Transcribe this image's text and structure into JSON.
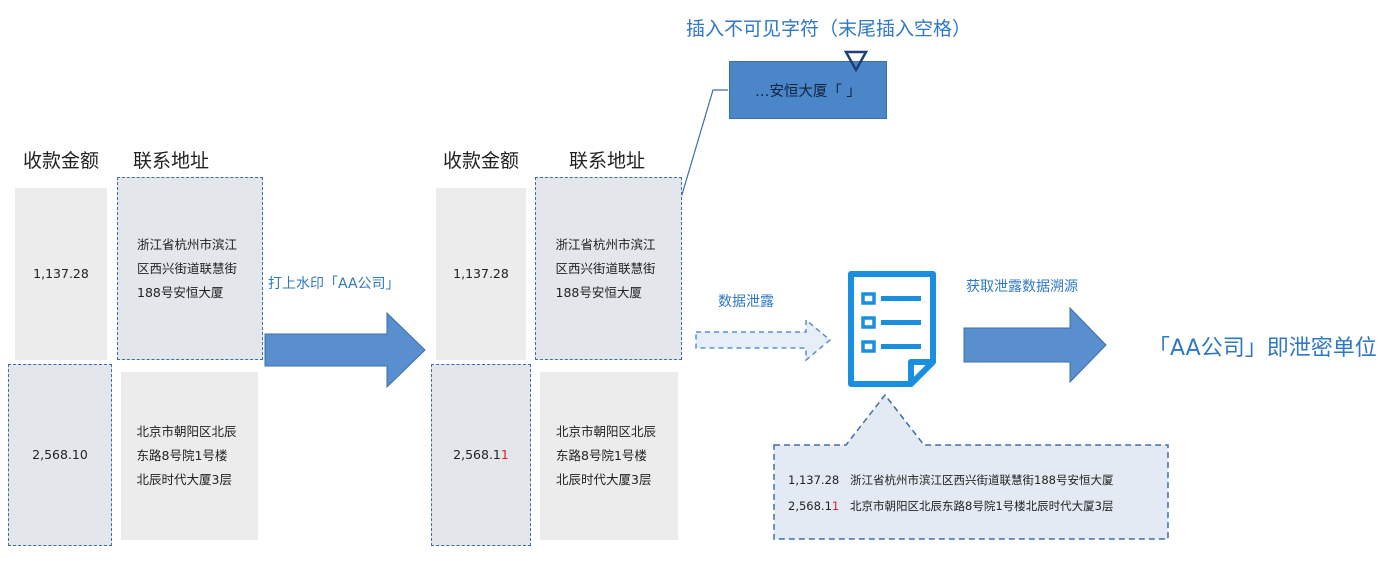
{
  "callout": {
    "title": "插入不可见字符（末尾插入空格）",
    "box_text": "…安恒大厦「 」"
  },
  "headers": {
    "amount": "收款金额",
    "address": "联系地址"
  },
  "original_table": {
    "rows": [
      {
        "amount": "1,137.28",
        "address": [
          "浙江省杭州市滨江",
          "区西兴街道联慧街",
          "188号安恒大厦"
        ]
      },
      {
        "amount": "2,568.10",
        "address": [
          "北京市朝阳区北辰",
          "东路8号院1号楼",
          "北辰时代大厦3层"
        ]
      }
    ]
  },
  "watermarked_table": {
    "rows": [
      {
        "amount": "1,137.28",
        "address": [
          "浙江省杭州市滨江",
          "区西兴街道联慧街",
          "188号安恒大厦"
        ]
      },
      {
        "amount_prefix": "2,568.1",
        "amount_marked": "1",
        "address": [
          "北京市朝阳区北辰",
          "东路8号院1号楼",
          "北辰时代大厦3层"
        ]
      }
    ]
  },
  "arrows": {
    "watermark_label": "打上水印「AA公司」",
    "leak_label": "数据泄露",
    "trace_label": "获取泄露数据溯源"
  },
  "leaked_data": {
    "rows": [
      {
        "amount": "1,137.28",
        "amount_marked": "",
        "address": "浙江省杭州市滨江区西兴街道联慧街188号安恒大厦"
      },
      {
        "amount": "2,568.1",
        "amount_marked": "1",
        "address": "北京市朝阳区北辰东路8号院1号楼北辰时代大厦3层"
      }
    ]
  },
  "result": "「AA公司」即泄密单位",
  "icons": {
    "document": "document-list-icon",
    "insert_marker": "triangle-down-icon"
  },
  "colors": {
    "accent": "#2f78c4",
    "arrow": "#5a8fcf",
    "dashed_border": "#3d6ea8",
    "marked_digit": "#e02020",
    "callout_box": "#4a86c8"
  }
}
